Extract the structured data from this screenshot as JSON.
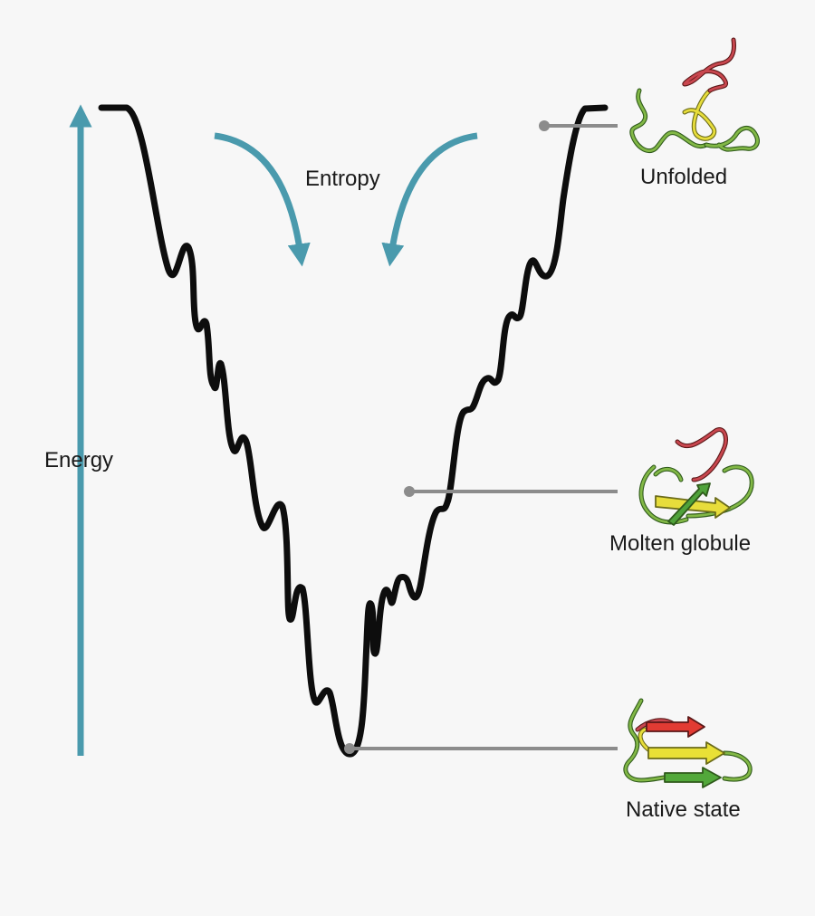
{
  "axis": {
    "label": "Energy",
    "color": "#4a9aad"
  },
  "entropy": {
    "label": "Entropy",
    "color": "#4a9aad"
  },
  "colors": {
    "curve": "#0d0d0d",
    "leader": "#8c8c8c"
  },
  "states": [
    {
      "label": "Unfolded",
      "icon": "unfolded-protein-ribbon-icon"
    },
    {
      "label": "Molten globule",
      "icon": "molten-globule-protein-ribbon-icon"
    },
    {
      "label": "Native state",
      "icon": "native-state-protein-ribbon-icon"
    }
  ]
}
